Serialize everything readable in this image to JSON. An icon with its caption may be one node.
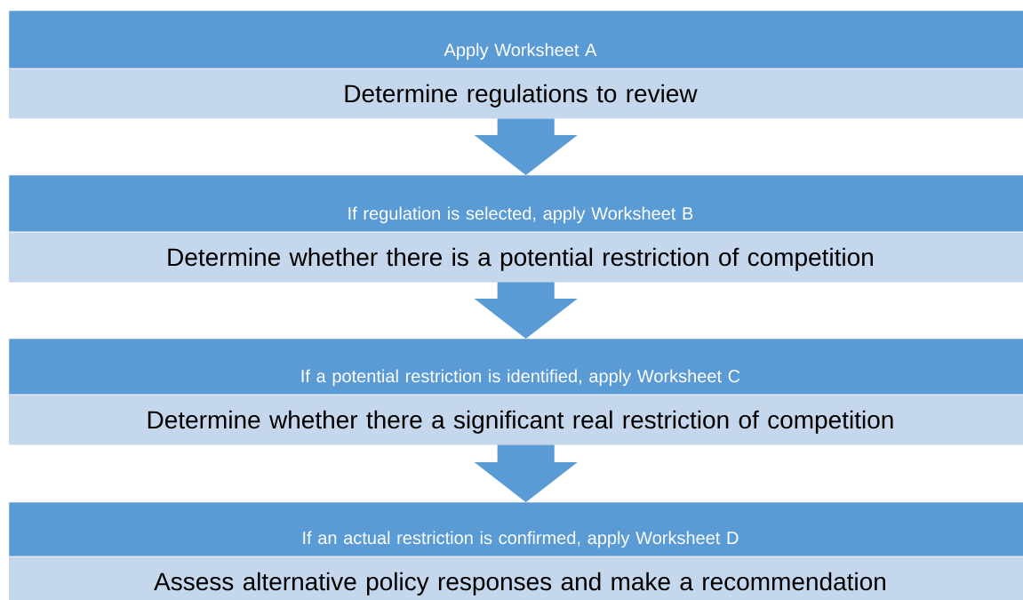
{
  "diagram": {
    "nodes": [
      {
        "text": [
          "Apply Worksheet A",
          "Determine regulations to review"
        ]
      },
      {
        "text": [
          "If regulation is selected, apply Worksheet B",
          "Determine whether there is a potential restriction of competition"
        ]
      },
      {
        "text": [
          "If a potential restriction is identified, apply Worksheet C",
          "Determine whether there a significant real restriction of competition"
        ]
      },
      {
        "text": [
          "If an actual restriction is confirmed, apply Worksheet D",
          "Assess alternative policy responses and make a recommendation"
        ]
      }
    ],
    "edges": [
      {
        "from": 0,
        "to": 1,
        "arrow": "to"
      },
      {
        "from": 1,
        "to": 2,
        "arrow": "to"
      },
      {
        "from": 2,
        "to": 3,
        "arrow": "to"
      }
    ]
  }
}
